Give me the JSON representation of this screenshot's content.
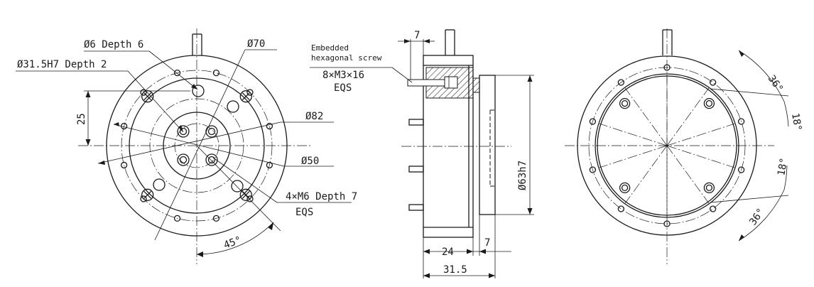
{
  "front_view": {
    "hole_top": "Ø6 Depth 6",
    "pilot_bore": "Ø31.5H7 Depth 2",
    "offset": "25",
    "d70": "Ø70",
    "d82": "Ø82",
    "d50": "Ø50",
    "tap_holes": "4×M6 Depth 7",
    "tap_holes_eqs": "EQS",
    "angle": "45°"
  },
  "side_view": {
    "top_dim": "7",
    "screw_label_1": "Embedded",
    "screw_label_2": "hexagonal screw",
    "screw_spec": "8×M3×16",
    "screw_eqs": "EQS",
    "d63": "Ø63h7",
    "dim_24": "24",
    "dim_7": "7",
    "dim_315": "31.5"
  },
  "rear_view": {
    "ang_top": "36°",
    "ang_r1": "18°",
    "ang_r2": "18°",
    "ang_bottom": "36°"
  }
}
